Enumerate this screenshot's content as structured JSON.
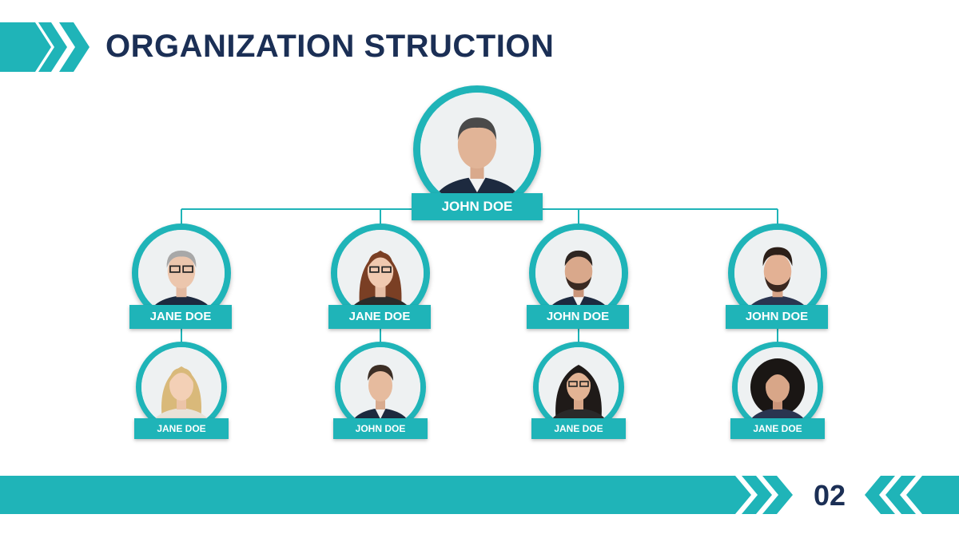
{
  "header": {
    "title": "ORGANIZATION STRUCTION"
  },
  "footer": {
    "page_number": "02"
  },
  "colors": {
    "accent": "#1fb4b8",
    "title": "#1b2f55"
  },
  "org_chart": {
    "root": {
      "name": "JOHN DOE"
    },
    "level2": [
      {
        "name": "JANE DOE"
      },
      {
        "name": "JANE DOE"
      },
      {
        "name": "JOHN DOE"
      },
      {
        "name": "JOHN DOE"
      }
    ],
    "level3": [
      {
        "name": "JANE DOE"
      },
      {
        "name": "JOHN DOE"
      },
      {
        "name": "JANE DOE"
      },
      {
        "name": "JANE DOE"
      }
    ]
  }
}
